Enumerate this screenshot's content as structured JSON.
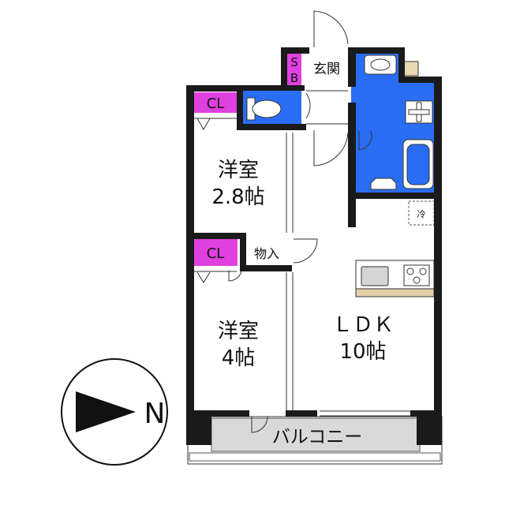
{
  "rooms": {
    "western_room_1": {
      "name": "洋室",
      "size": "2.8帖"
    },
    "western_room_2": {
      "name": "洋室",
      "size": "4帖"
    },
    "ldk": {
      "name": "ＬＤＫ",
      "size": "10帖"
    }
  },
  "labels": {
    "closet_1": "CL",
    "closet_2": "CL",
    "storage": "物入",
    "entrance": "玄関",
    "shoe_box": [
      "S",
      "B"
    ],
    "refrigerator": "冷",
    "balcony": "バルコニー"
  },
  "compass": {
    "direction": "N"
  },
  "colors": {
    "wall": "#1a1a1a",
    "closet": "#e040e0",
    "wet_area": "#2a6df5",
    "balcony": "#d9d9d9",
    "counter": "#e3cfa8",
    "stove": "#d4d4d4"
  }
}
